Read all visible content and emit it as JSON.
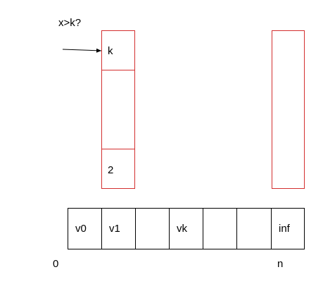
{
  "question": "x>k?",
  "stack_column": {
    "top_label": "k",
    "bottom_label": "2"
  },
  "array": {
    "cells": [
      "v0",
      "v1",
      "",
      "vk",
      "",
      "",
      "inf"
    ],
    "start_index": "0",
    "end_index": "n"
  },
  "colors": {
    "stack_border": "#d32f2f",
    "array_border": "#000000",
    "arrow": "#000000"
  }
}
